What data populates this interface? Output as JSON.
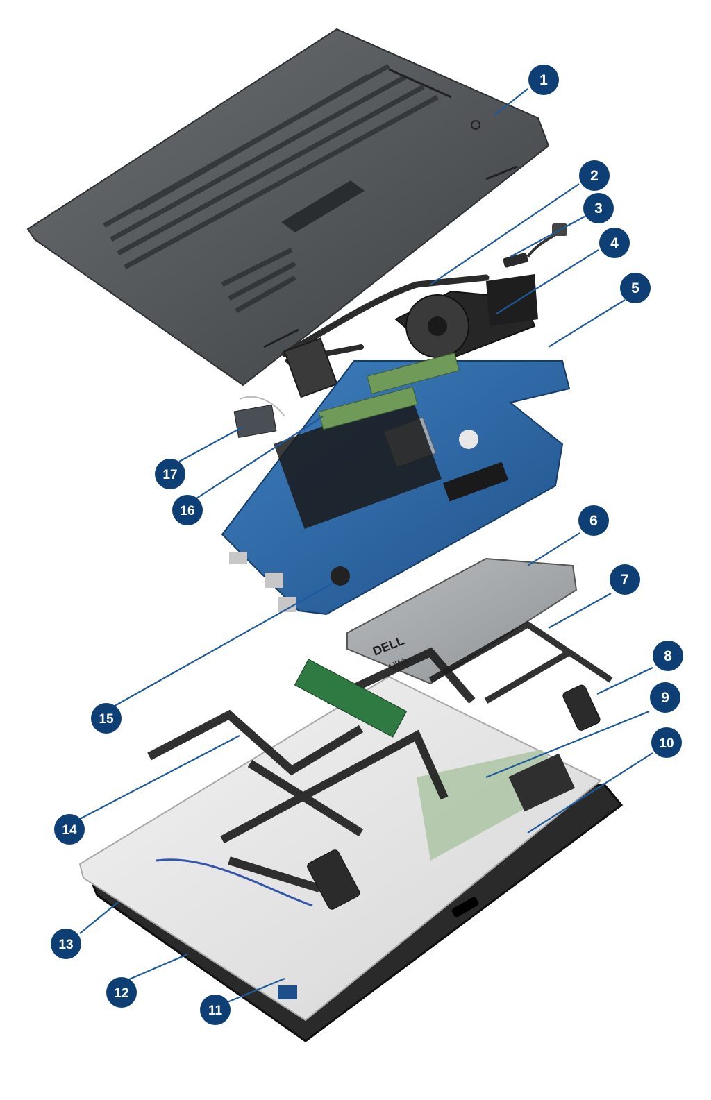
{
  "callouts": [
    {
      "id": "1",
      "label": "1"
    },
    {
      "id": "2",
      "label": "2"
    },
    {
      "id": "3",
      "label": "3"
    },
    {
      "id": "4",
      "label": "4"
    },
    {
      "id": "5",
      "label": "5"
    },
    {
      "id": "6",
      "label": "6"
    },
    {
      "id": "7",
      "label": "7"
    },
    {
      "id": "8",
      "label": "8"
    },
    {
      "id": "9",
      "label": "9"
    },
    {
      "id": "10",
      "label": "10"
    },
    {
      "id": "11",
      "label": "11"
    },
    {
      "id": "12",
      "label": "12"
    },
    {
      "id": "13",
      "label": "13"
    },
    {
      "id": "14",
      "label": "14"
    },
    {
      "id": "15",
      "label": "15"
    },
    {
      "id": "16",
      "label": "16"
    },
    {
      "id": "17",
      "label": "17"
    }
  ],
  "battery": {
    "brand": "DELL",
    "capacity": "42Wh"
  },
  "colors": {
    "callout": "#0e3f74",
    "leader": "#1d5a9c",
    "board": "#2c6aa8",
    "case": "#4f5356"
  }
}
